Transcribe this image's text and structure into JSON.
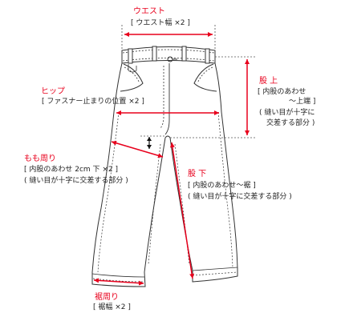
{
  "colors": {
    "accent": "#e8001c",
    "outline": "#333333",
    "guide": "#555555"
  },
  "icons": {
    "double_arrow": "vertical-double-arrow-icon"
  },
  "waist": {
    "title": "ウエスト",
    "detail": "[ ウエスト幅 ×2 ]"
  },
  "hip": {
    "title": "ヒップ",
    "detail": "[ ファスナー止まりの位置 ×2 ]"
  },
  "rise": {
    "title": "股 上",
    "line1": "[ 内股のあわせ",
    "line2": "～上端 ]",
    "line3": "( 縫い目が十字に",
    "line4": "交差する部分 )"
  },
  "thigh": {
    "title": "もも周り",
    "line1": "[ 内股のあわせ 2cm 下 ×2 ]",
    "line2": "( 縫い目が十字に交差する部分 )"
  },
  "inseam": {
    "title": "股 下",
    "line1": "[ 内股のあわせ～裾 ]",
    "line2": "( 縫い目が十字に交差する部分 )"
  },
  "hem": {
    "title": "裾周り",
    "detail": "[ 裾幅 ×2 ]"
  }
}
